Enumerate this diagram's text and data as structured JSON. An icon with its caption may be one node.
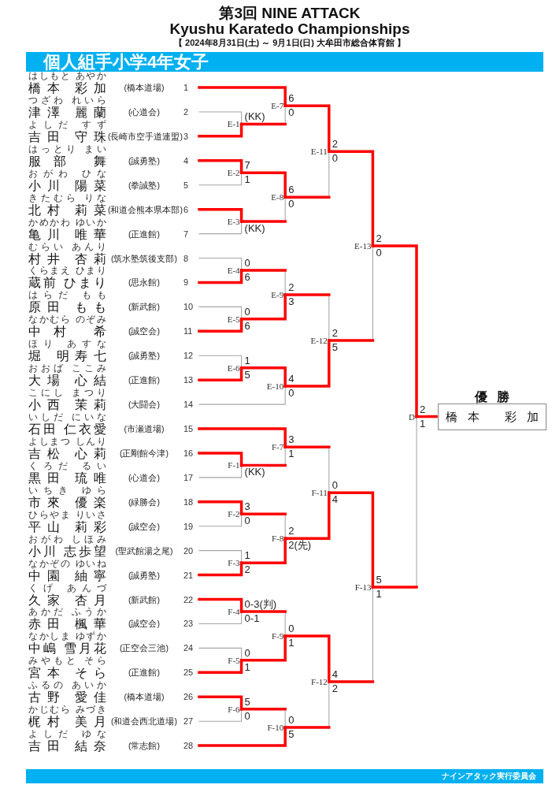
{
  "diagram": {
    "title": "第3回 NINE ATTACK Kyushu Karatedo Championships",
    "nodes": [
      {
        "text": [
          "個人組手小学4年女子"
        ]
      },
      {
        "text": [
          "はしもと あやか",
          "橋本 彩加",
          "(橋本道場)",
          "1"
        ]
      },
      {
        "text": [
          "つざわ れいら",
          "津澤 麗蘭",
          "(心道会)",
          "2"
        ]
      },
      {
        "text": [
          "よしだ すず",
          "吉田 守珠",
          "(長崎市空手道連盟)",
          "3"
        ]
      },
      {
        "text": [
          "はっとり まい",
          "服部 舞",
          "(誠勇塾)",
          "4"
        ]
      },
      {
        "text": [
          "おがわ ひな",
          "小川 陽菜",
          "(拳誠塾)",
          "5"
        ]
      },
      {
        "text": [
          "きたむら りな",
          "北村 莉菜",
          "(和道会熊本県本部)",
          "6"
        ]
      },
      {
        "text": [
          "かめかわ ゆいか",
          "亀川 唯華",
          "(正進館)",
          "7"
        ]
      },
      {
        "text": [
          "むらい あんり",
          "村井 杏莉",
          "(筑水塾筑後支部)",
          "8"
        ]
      },
      {
        "text": [
          "くらまえ ひまり",
          "蔵前 ひまり",
          "(思永館)",
          "9"
        ]
      },
      {
        "text": [
          "はらだ もも",
          "原田 もも",
          "(新武館)",
          "10"
        ]
      },
      {
        "text": [
          "なかむら のぞみ",
          "中村 希",
          "(誠空会)",
          "11"
        ]
      },
      {
        "text": [
          "ほり あすな",
          "堀 明寿七",
          "(誠勇塾)",
          "12"
        ]
      },
      {
        "text": [
          "おおば ここみ",
          "大場 心結",
          "(正進館)",
          "13"
        ]
      },
      {
        "text": [
          "こにし まつり",
          "小西 茉莉",
          "(大闘会)",
          "14"
        ]
      },
      {
        "text": [
          "いしだ にいな",
          "石田 仁衣愛",
          "(市瀬道場)",
          "15"
        ]
      },
      {
        "text": [
          "よしまつ しんり",
          "吉松 心莉",
          "(正剛館今津)",
          "16"
        ]
      },
      {
        "text": [
          "くろだ るい",
          "黒田 琉唯",
          "(心道会)",
          "17"
        ]
      },
      {
        "text": [
          "いちき ゆら",
          "市來 優楽",
          "(緑勝会)",
          "18"
        ]
      },
      {
        "text": [
          "ひらやま りいさ",
          "平山 莉彩",
          "(誠空会)",
          "19"
        ]
      },
      {
        "text": [
          "おがわ しほみ",
          "小川 志歩望",
          "(聖武館湯之尾)",
          "20"
        ]
      },
      {
        "text": [
          "なかぞの ゆいね",
          "中園 紬寧",
          "(誠勇塾)",
          "21"
        ]
      },
      {
        "text": [
          "くげ あんづ",
          "久家 杏月",
          "(新武館)",
          "22"
        ]
      },
      {
        "text": [
          "あかだ ふうか",
          "赤田 楓華",
          "(誠空会)",
          "23"
        ]
      },
      {
        "text": [
          "なかしま ゆずか",
          "中嶋 雪月花",
          "(正空会三池)",
          "24"
        ]
      },
      {
        "text": [
          "みやもと そら",
          "宮本 そら",
          "(正進館)",
          "25"
        ]
      },
      {
        "text": [
          "ふるの あいか",
          "古野 愛佳",
          "(橋本道場)",
          "26"
        ]
      },
      {
        "text": [
          "かじむら みづき",
          "梶村 美月",
          "(和道会西北道場)",
          "27"
        ]
      },
      {
        "text": [
          "よしだ ゆな",
          "吉田 結奈",
          "(常志館)",
          "28"
        ]
      },
      {
        "text": [
          "E-1"
        ]
      },
      {
        "text": [
          "E-2"
        ]
      },
      {
        "text": [
          "E-3"
        ]
      },
      {
        "text": [
          "E-4"
        ]
      },
      {
        "text": [
          "E-5"
        ]
      },
      {
        "text": [
          "E-6"
        ]
      },
      {
        "text": [
          "E-7"
        ]
      },
      {
        "text": [
          "E-8"
        ]
      },
      {
        "text": [
          "E-9"
        ]
      },
      {
        "text": [
          "E-10"
        ]
      },
      {
        "text": [
          "E-11"
        ]
      },
      {
        "text": [
          "E-12"
        ]
      },
      {
        "text": [
          "E-13"
        ]
      },
      {
        "text": [
          "F-1"
        ]
      },
      {
        "text": [
          "F-2"
        ]
      },
      {
        "text": [
          "F-3"
        ]
      },
      {
        "text": [
          "F-4"
        ]
      },
      {
        "text": [
          "F-5"
        ]
      },
      {
        "text": [
          "F-6"
        ]
      },
      {
        "text": [
          "F-7"
        ]
      },
      {
        "text": [
          "F-8"
        ]
      },
      {
        "text": [
          "F-9"
        ]
      },
      {
        "text": [
          "F-10"
        ]
      },
      {
        "text": [
          "F-11"
        ]
      },
      {
        "text": [
          "F-12"
        ]
      },
      {
        "text": [
          "F-13"
        ]
      },
      {
        "text": [
          "D"
        ]
      },
      {
        "text": [
          "優勝",
          "橋本 彩加"
        ]
      },
      {
        "text": [
          "ナインアタック実行委員会"
        ]
      }
    ],
    "edges": [
      {
        "from": 2,
        "to": 29,
        "arrow": "none",
        "label": "(KK)",
        "color": "#a6a6a6"
      },
      {
        "from": 3,
        "to": 29,
        "arrow": "none"
      },
      {
        "from": 4,
        "to": 30,
        "arrow": "none",
        "label": "7"
      },
      {
        "from": 5,
        "to": 30,
        "arrow": "none",
        "label": "1",
        "color": "#a6a6a6"
      },
      {
        "from": 6,
        "to": 31,
        "arrow": "none"
      },
      {
        "from": 7,
        "to": 31,
        "arrow": "none",
        "label": "(KK)",
        "color": "#a6a6a6"
      },
      {
        "from": 8,
        "to": 32,
        "arrow": "none",
        "label": "0",
        "color": "#a6a6a6"
      },
      {
        "from": 9,
        "to": 32,
        "arrow": "none",
        "label": "6"
      },
      {
        "from": 10,
        "to": 33,
        "arrow": "none",
        "label": "0",
        "color": "#a6a6a6"
      },
      {
        "from": 11,
        "to": 33,
        "arrow": "none",
        "label": "6"
      },
      {
        "from": 12,
        "to": 34,
        "arrow": "none",
        "label": "1",
        "color": "#a6a6a6"
      },
      {
        "from": 13,
        "to": 34,
        "arrow": "none",
        "label": "5"
      },
      {
        "from": 1,
        "to": 35,
        "arrow": "none",
        "label": "6"
      },
      {
        "from": 29,
        "to": 35,
        "arrow": "none",
        "label": "0",
        "color": "#a6a6a6"
      },
      {
        "from": 30,
        "to": 36,
        "arrow": "none",
        "label": "6"
      },
      {
        "from": 31,
        "to": 36,
        "arrow": "none",
        "label": "0",
        "color": "#a6a6a6"
      },
      {
        "from": 32,
        "to": 37,
        "arrow": "none",
        "label": "2",
        "color": "#a6a6a6"
      },
      {
        "from": 33,
        "to": 37,
        "arrow": "none",
        "label": "3"
      },
      {
        "from": 34,
        "to": 38,
        "arrow": "none",
        "label": "4"
      },
      {
        "from": 14,
        "to": 38,
        "arrow": "none",
        "label": "0",
        "color": "#a6a6a6"
      },
      {
        "from": 35,
        "to": 39,
        "arrow": "none",
        "label": "2"
      },
      {
        "from": 36,
        "to": 39,
        "arrow": "none",
        "label": "0",
        "color": "#a6a6a6"
      },
      {
        "from": 37,
        "to": 40,
        "arrow": "none",
        "label": "2",
        "color": "#a6a6a6"
      },
      {
        "from": 38,
        "to": 40,
        "arrow": "none",
        "label": "5"
      },
      {
        "from": 39,
        "to": 41,
        "arrow": "none",
        "label": "2"
      },
      {
        "from": 40,
        "to": 41,
        "arrow": "none",
        "label": "0",
        "color": "#a6a6a6"
      },
      {
        "from": 16,
        "to": 42,
        "arrow": "none"
      },
      {
        "from": 17,
        "to": 42,
        "arrow": "none",
        "label": "(KK)",
        "color": "#a6a6a6"
      },
      {
        "from": 18,
        "to": 43,
        "arrow": "none",
        "label": "3"
      },
      {
        "from": 19,
        "to": 43,
        "arrow": "none",
        "label": "0",
        "color": "#a6a6a6"
      },
      {
        "from": 20,
        "to": 44,
        "arrow": "none",
        "label": "1",
        "color": "#a6a6a6"
      },
      {
        "from": 21,
        "to": 44,
        "arrow": "none",
        "label": "2"
      },
      {
        "from": 22,
        "to": 45,
        "arrow": "none",
        "label": "0-3(判)"
      },
      {
        "from": 23,
        "to": 45,
        "arrow": "none",
        "label": "0-1",
        "color": "#a6a6a6"
      },
      {
        "from": 24,
        "to": 46,
        "arrow": "none",
        "label": "0",
        "color": "#a6a6a6"
      },
      {
        "from": 25,
        "to": 46,
        "arrow": "none",
        "label": "1"
      },
      {
        "from": 26,
        "to": 47,
        "arrow": "none",
        "label": "5"
      },
      {
        "from": 27,
        "to": 47,
        "arrow": "none",
        "label": "0",
        "color": "#a6a6a6"
      },
      {
        "from": 15,
        "to": 48,
        "arrow": "none",
        "label": "3"
      },
      {
        "from": 42,
        "to": 48,
        "arrow": "none",
        "label": "1",
        "color": "#a6a6a6"
      },
      {
        "from": 43,
        "to": 49,
        "arrow": "none",
        "label": "2",
        "color": "#a6a6a6"
      },
      {
        "from": 44,
        "to": 49,
        "arrow": "none",
        "label": "2(先)"
      },
      {
        "from": 45,
        "to": 50,
        "arrow": "none",
        "label": "0",
        "color": "#a6a6a6"
      },
      {
        "from": 46,
        "to": 50,
        "arrow": "none",
        "label": "1"
      },
      {
        "from": 47,
        "to": 51,
        "arrow": "none",
        "label": "0",
        "color": "#a6a6a6"
      },
      {
        "from": 28,
        "to": 51,
        "arrow": "none",
        "label": "5"
      },
      {
        "from": 48,
        "to": 52,
        "arrow": "none",
        "label": "0",
        "color": "#a6a6a6"
      },
      {
        "from": 49,
        "to": 52,
        "arrow": "none",
        "label": "4"
      },
      {
        "from": 50,
        "to": 53,
        "arrow": "none",
        "label": "4"
      },
      {
        "from": 51,
        "to": 53,
        "arrow": "none",
        "label": "2",
        "color": "#a6a6a6"
      },
      {
        "from": 52,
        "to": 54,
        "arrow": "none",
        "label": "5"
      },
      {
        "from": 53,
        "to": 54,
        "arrow": "none",
        "label": "1",
        "color": "#a6a6a6"
      },
      {
        "from": 41,
        "to": 55,
        "arrow": "none",
        "label": "2"
      },
      {
        "from": 54,
        "to": 55,
        "arrow": "none",
        "label": "1",
        "color": "#a6a6a6"
      },
      {
        "from": 55,
        "to": 56,
        "arrow": "none"
      }
    ],
    "labels": [
      "【 2024年8月31日(土) ～ 9月1日(日) 大牟田市総合体育館 】"
    ]
  }
}
